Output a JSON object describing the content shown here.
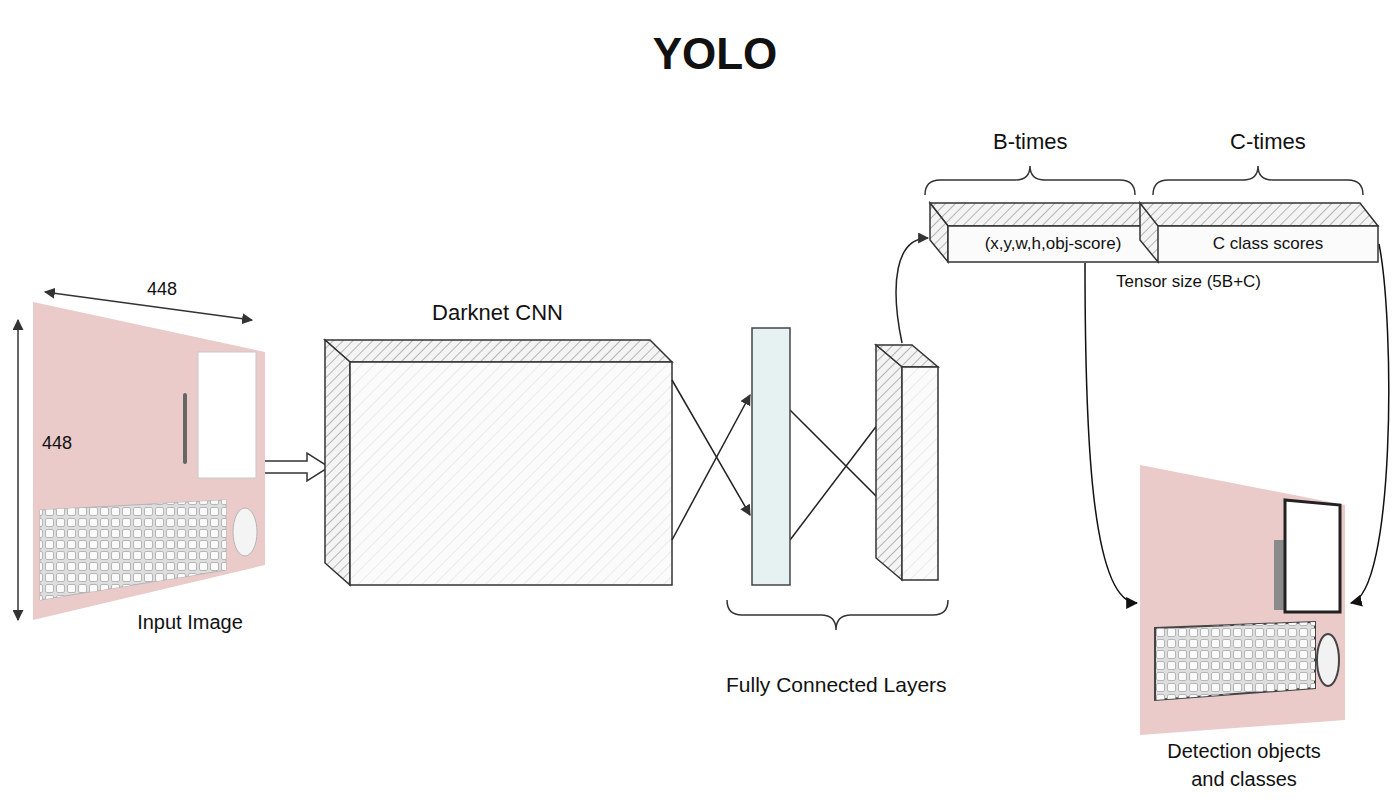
{
  "diagram": {
    "title": "YOLO",
    "nodes": [
      {
        "text": [
          "Input Image"
        ]
      },
      {
        "text": [
          "Darknet CNN"
        ]
      },
      {
        "text": [
          "(x,y,w,h,obj-score)"
        ]
      },
      {
        "text": [
          "C class scores"
        ]
      },
      {
        "text": [
          "Detection objects and classes"
        ]
      }
    ],
    "edges": [
      {
        "from": 0,
        "to": 1,
        "arrow": "to"
      },
      {
        "from": 2,
        "to": 4,
        "arrow": "to"
      },
      {
        "from": 3,
        "to": 4,
        "arrow": "to"
      }
    ],
    "labels": [
      "448",
      "448",
      "B-times",
      "C-times",
      "Tensor size (5B+C)",
      "Fully Connected Layers"
    ]
  }
}
